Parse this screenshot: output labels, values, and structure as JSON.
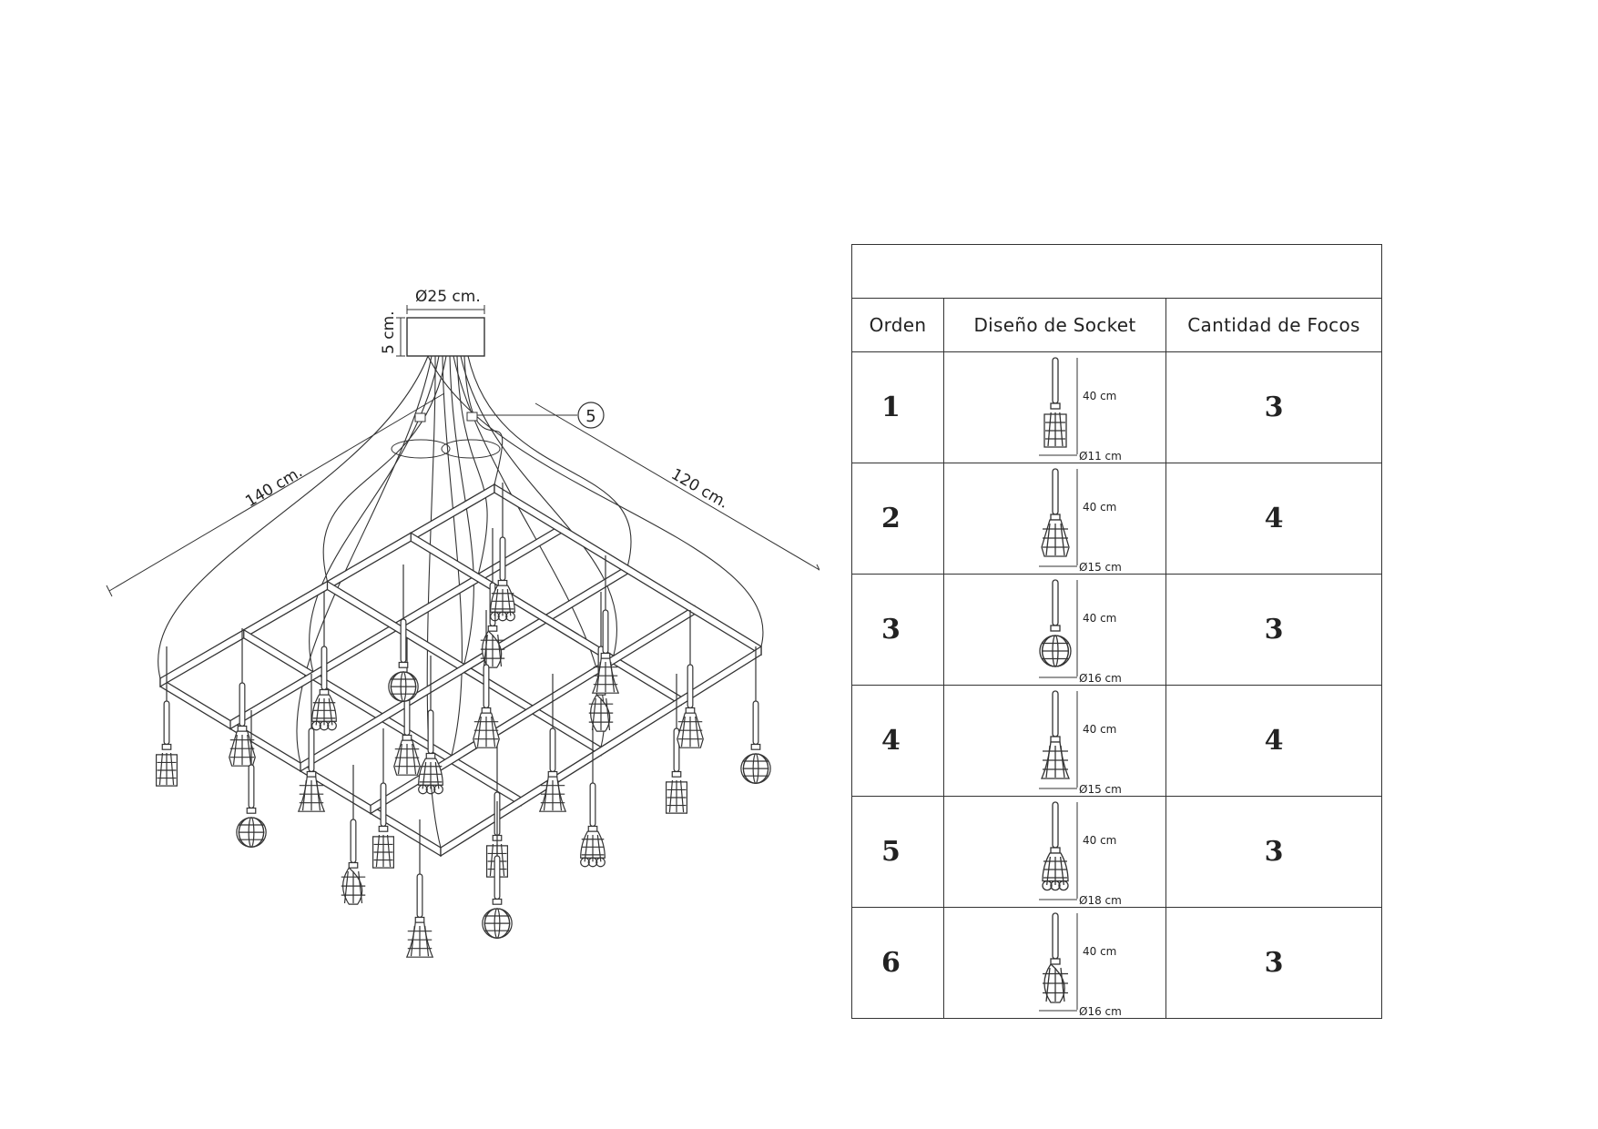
{
  "drawing": {
    "dimensions": {
      "canopy_diameter": "Ø25 cm.",
      "canopy_height": "5 cm.",
      "length": "140 cm.",
      "width": "120 cm."
    },
    "callout": "5"
  },
  "table": {
    "title": "",
    "headers": [
      "Orden",
      "Diseño de Socket",
      "Cantidad de Focos"
    ],
    "rows": [
      {
        "orden": "1",
        "height": "40 cm",
        "diameter": "Ø11 cm",
        "focos": "3",
        "shade": "cage"
      },
      {
        "orden": "2",
        "height": "40 cm",
        "diameter": "Ø15 cm",
        "focos": "4",
        "shade": "bell"
      },
      {
        "orden": "3",
        "height": "40 cm",
        "diameter": "Ø16 cm",
        "focos": "3",
        "shade": "globe"
      },
      {
        "orden": "4",
        "height": "40 cm",
        "diameter": "Ø15 cm",
        "focos": "4",
        "shade": "flare"
      },
      {
        "orden": "5",
        "height": "40 cm",
        "diameter": "Ø18 cm",
        "focos": "3",
        "shade": "scroll"
      },
      {
        "orden": "6",
        "height": "40 cm",
        "diameter": "Ø16 cm",
        "focos": "3",
        "shade": "pear"
      }
    ]
  }
}
